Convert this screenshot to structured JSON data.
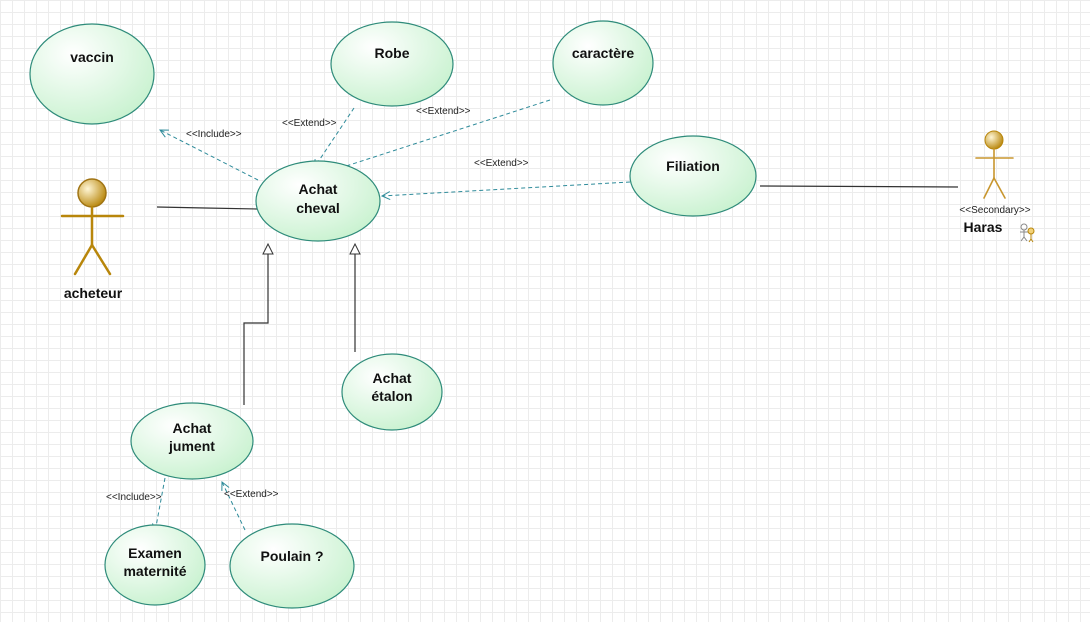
{
  "colors": {
    "use_case_fill": "#d9f7de",
    "use_case_stroke": "#2e8b7a",
    "dependency": "#2e8b9a",
    "association": "#333333",
    "actor": "#b8860b"
  },
  "actors": {
    "acheteur": {
      "name": "acheteur",
      "icon": "actor-figure"
    },
    "haras": {
      "name": "Haras",
      "stereotype": "<<Secondary>>",
      "icon": "actor-figure",
      "badge_icon": "secondary-actor-icon"
    }
  },
  "use_cases": {
    "vaccin": {
      "line1": "vaccin"
    },
    "robe": {
      "line1": "Robe"
    },
    "caractere": {
      "line1": "caractère"
    },
    "achat_cheval": {
      "line1": "Achat",
      "line2": "cheval"
    },
    "filiation": {
      "line1": "Filiation"
    },
    "achat_etalon": {
      "line1": "Achat",
      "line2": "étalon"
    },
    "achat_jument": {
      "line1": "Achat",
      "line2": "jument"
    },
    "examen_maternite": {
      "line1": "Examen",
      "line2": "maternité"
    },
    "poulain": {
      "line1": "Poulain ?"
    }
  },
  "relations": {
    "include_vaccin": "<<Include>>",
    "extend_robe": "<<Extend>>",
    "extend_caractere": "<<Extend>>",
    "extend_filiation": "<<Extend>>",
    "include_examen": "<<Include>>",
    "extend_poulain": "<<Extend>>"
  }
}
